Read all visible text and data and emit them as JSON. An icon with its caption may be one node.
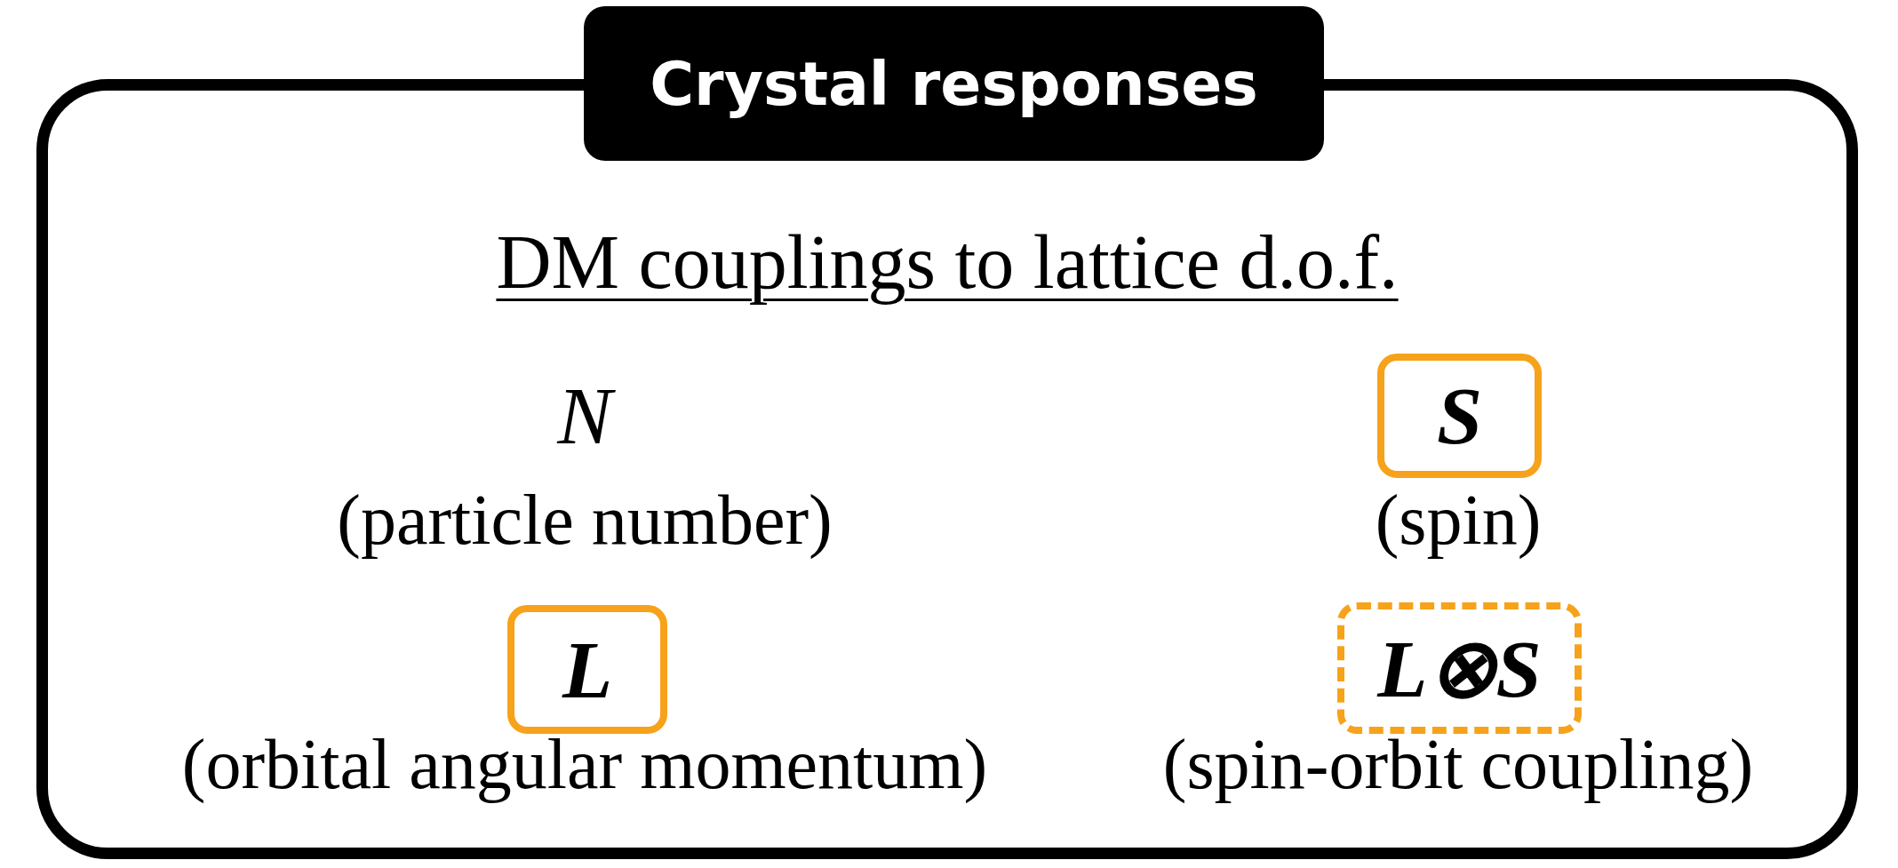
{
  "diagram": {
    "nodes": [
      {
        "text": [
          "DM couplings to lattice d.o.f."
        ]
      },
      {
        "text": [
          "Crystal responses"
        ]
      },
      {
        "text": [
          "S"
        ],
        "in": 0
      },
      {
        "text": [
          "L"
        ],
        "in": 0
      },
      {
        "text": [
          "L⊗S"
        ],
        "in": 0
      }
    ],
    "labels": [
      "N",
      "(particle number)",
      "(spin)",
      "(orbital angular momentum)",
      "(spin-orbit coupling)"
    ]
  }
}
